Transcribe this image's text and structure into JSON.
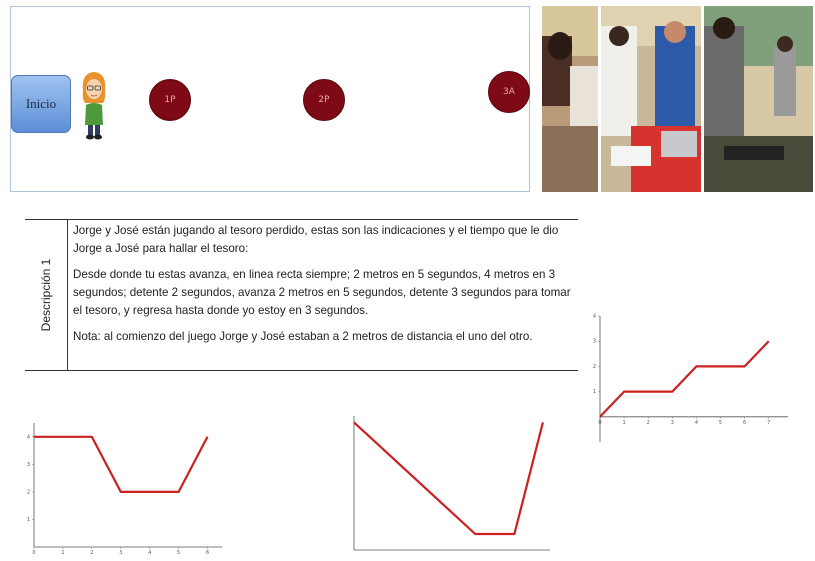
{
  "game": {
    "start_label": "Inicio",
    "stops": [
      {
        "label": "1P"
      },
      {
        "label": "2P"
      },
      {
        "label": "3A"
      }
    ],
    "colors": {
      "stop": "#7d0a14",
      "start": "#5d8fd6"
    }
  },
  "description": {
    "side_label": "Descripción 1",
    "paragraphs": [
      "Jorge y José están jugando al tesoro perdido, estas son las indicaciones y el tiempo que le dio Jorge a José para hallar el tesoro:",
      "Desde donde tu estas avanza, en  linea recta siempre; 2 metros en 5 segundos, 4 metros en 3 segundos; detente 2 segundos, avanza 2 metros en 5 segundos, detente 3 segundos para tomar el tesoro, y regresa hasta donde yo estoy en 3 segundos.",
      "Nota: al comienzo del juego Jorge y José estaban a 2 metros de distancia el uno del otro."
    ]
  },
  "chart_data": [
    {
      "type": "line",
      "x": [
        0,
        2,
        3,
        5,
        6
      ],
      "y": [
        4,
        4,
        2,
        2,
        4
      ],
      "xticks": [
        "0",
        "1",
        "2",
        "3",
        "4",
        "5",
        "6"
      ],
      "yticks": [
        "1",
        "2",
        "3",
        "4"
      ],
      "xlim": [
        0,
        6.5
      ],
      "ylim": [
        0,
        4.5
      ],
      "color": "#cc1f1f"
    },
    {
      "type": "line",
      "x": [
        0,
        3.4,
        4.5,
        5.3
      ],
      "y": [
        4,
        0.5,
        0.5,
        4
      ],
      "xticks": [],
      "yticks": [],
      "xlim": [
        0,
        5.5
      ],
      "ylim": [
        0,
        4.2
      ],
      "color": "#cc1f1f"
    },
    {
      "type": "line",
      "x": [
        0,
        1,
        3,
        4,
        6,
        7
      ],
      "y": [
        0,
        1,
        1,
        2,
        2,
        3
      ],
      "xticks": [
        "0",
        "1",
        "2",
        "3",
        "4",
        "5",
        "6",
        "7"
      ],
      "yticks": [
        "1",
        "2",
        "3",
        "4"
      ],
      "xlim": [
        0,
        7.8
      ],
      "ylim": [
        -1,
        4
      ],
      "color": "#cc1f1f"
    }
  ]
}
